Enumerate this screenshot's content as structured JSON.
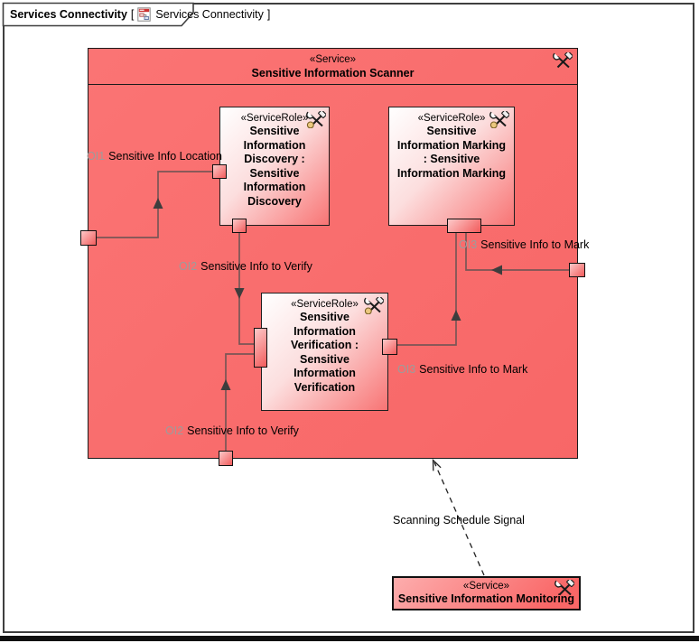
{
  "diagram": {
    "tab": {
      "title": "Services Connectivity",
      "bracket_open": "[",
      "icon": "services-connectivity-diagram-icon",
      "context_name": "Services Connectivity",
      "bracket_close": "]"
    }
  },
  "scanner": {
    "stereotype": "«Service»",
    "name": "Sensitive Information Scanner",
    "icon": "crossed-tools-service-icon"
  },
  "roles": [
    {
      "stereotype": "«ServiceRole»",
      "name": "Sensitive Information Discovery : Sensitive Information Discovery",
      "icon": "crossed-tools-ball-role-icon"
    },
    {
      "stereotype": "«ServiceRole»",
      "name": "Sensitive Information Marking : Sensitive Information Marking",
      "icon": "crossed-tools-ball-role-icon"
    },
    {
      "stereotype": "«ServiceRole»",
      "name": "Sensitive Information Verification : Sensitive Information Verification",
      "icon": "crossed-tools-ball-role-icon"
    }
  ],
  "monitoring": {
    "stereotype": "«Service»",
    "name": "Sensitive Information Monitoring",
    "icon": "crossed-tools-service-icon"
  },
  "flow_labels": [
    {
      "prefix": "OI1",
      "text": "Sensitive Info Location"
    },
    {
      "prefix": "OI2",
      "text": "Sensitive Info to Verify"
    },
    {
      "prefix": "OI3",
      "text": "Sensitive Info to Mark"
    },
    {
      "prefix": "OI3",
      "text": "Sensitive Info to Mark"
    },
    {
      "prefix": "OI2",
      "text": "Sensitive Info to Verify"
    }
  ],
  "signal_label": "Scanning Schedule Signal",
  "colors": {
    "node_fill": "#f96a6a",
    "role_gradient_start": "#ffffff",
    "role_gradient_end": "#f87474",
    "connector": "#7a5656",
    "arrow": "#3d3d3d",
    "label_prefix": "#9c9c9c",
    "border": "#1a1a1a"
  }
}
